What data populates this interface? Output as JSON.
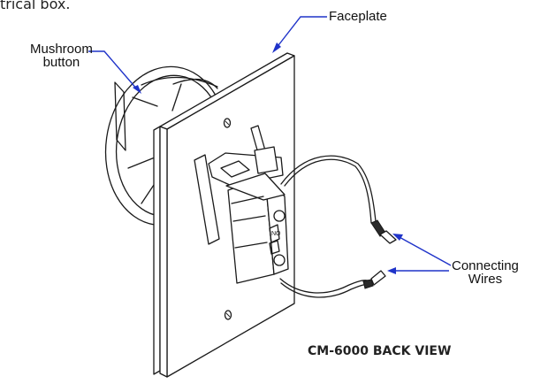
{
  "intro_text_fragment": "trical box.",
  "labels": {
    "faceplate": "Faceplate",
    "mushroom_line1": "Mushroom",
    "mushroom_line2": "button",
    "wires_line1": "Connecting",
    "wires_line2": "Wires"
  },
  "caption": "CM-6000 BACK VIEW",
  "colors": {
    "leader_arrows": "#1f33c9",
    "line_art": "#1a1a1a"
  }
}
